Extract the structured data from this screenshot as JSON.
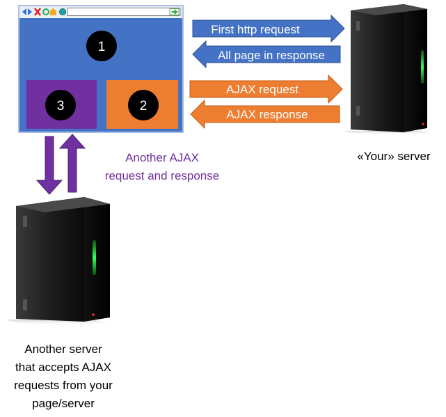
{
  "browser": {
    "regions": [
      {
        "number": "1",
        "color": "#4472c4"
      },
      {
        "number": "3",
        "color": "#7030a0"
      },
      {
        "number": "2",
        "color": "#ed7d31"
      }
    ]
  },
  "arrows": {
    "first_request": "First http request",
    "page_response": "All page in response",
    "ajax_request": "AJAX request",
    "ajax_response": "AJAX response"
  },
  "vertical_label_line1": "Another AJAX",
  "vertical_label_line2": "request and response",
  "your_server_label": "«Your» server",
  "other_server_label": [
    "Another server",
    "that accepts AJAX",
    "requests from your",
    "page/server"
  ],
  "colors": {
    "blue_arrow": "#4472c4",
    "orange_arrow": "#ed7d31",
    "purple_arrow": "#7030a0",
    "purple_text": "#7030a0"
  }
}
